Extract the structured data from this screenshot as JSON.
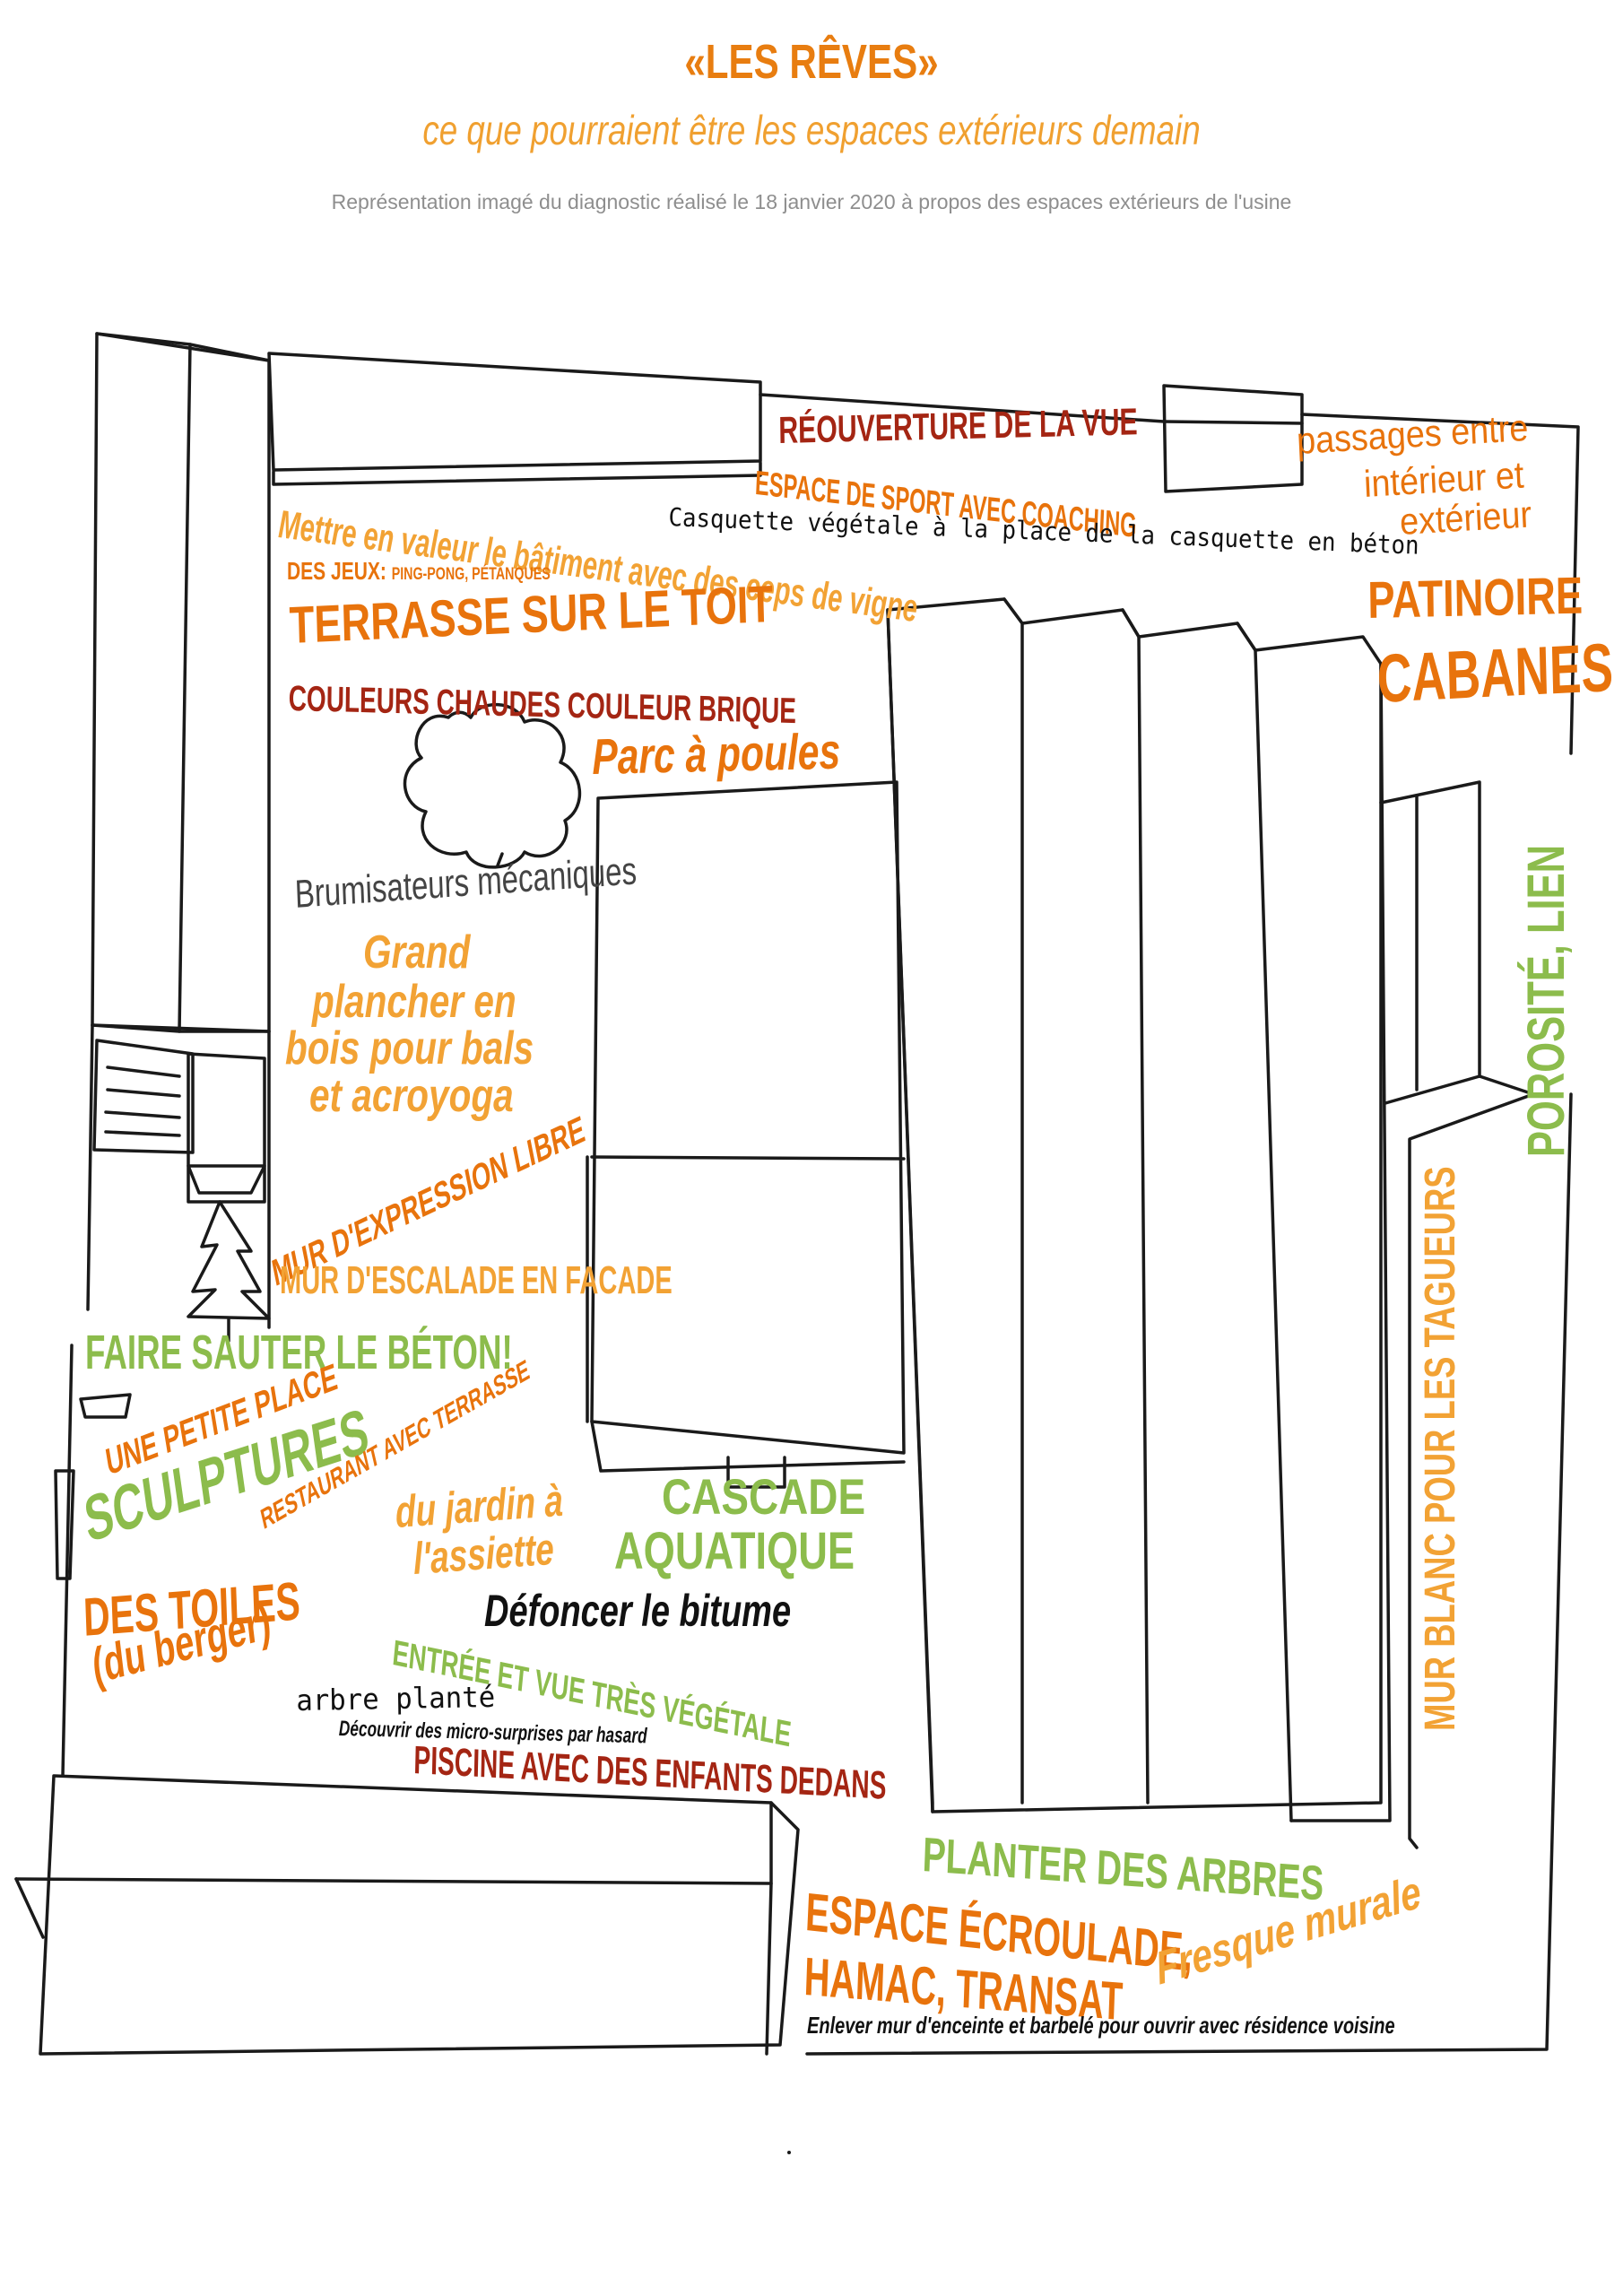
{
  "header": {
    "title": "«LES RÊVES»",
    "subtitle": "ce que pourraient être les espaces extérieurs demain",
    "caption": "Représentation imagé du diagnostic réalisé le 18 janvier 2020 à propos des espaces extérieurs de l'usine"
  },
  "colors": {
    "dark_red": "#a42513",
    "orange": "#e8730c",
    "light_orange": "#f2a234",
    "green": "#8cbc4c",
    "black": "#111111",
    "grey": "#444444",
    "line": "#1a1a1a"
  },
  "annotations": {
    "reouverture_vue": "RÉOUVERTURE DE LA VUE",
    "espace_sport": "ESPACE DE SPORT AVEC COACHING",
    "passages": "passages entre",
    "passages_2": "intérieur et",
    "passages_3": "extérieur",
    "casquette": "Casquette végétale à la place de la casquette en béton",
    "mettre_valeur": "Mettre en valeur le bâtiment avec des ceps de vigne",
    "des_jeux": "DES JEUX:",
    "des_jeux_detail": "PING-PONG, PÉTANQUES",
    "patinoire": "PATINOIRE",
    "terrasse_toit": "TERRASSE SUR LE TOIT",
    "cabanes": "CABANES",
    "couleurs": "COULEURS CHAUDES COULEUR BRIQUE",
    "parc_poules": "Parc à poules",
    "porosite": "POROSITÉ, LIEN",
    "brumisateurs": "Brumisateurs mécaniques",
    "grand_plancher_1": "Grand",
    "grand_plancher_2": "plancher en",
    "grand_plancher_3": "bois pour bals",
    "grand_plancher_4": "et acroyoga",
    "mur_expression": "MUR D'EXPRESSION LIBRE",
    "mur_escalade": "MUR D'ESCALADE EN FACADE",
    "mur_blanc": "MUR BLANC POUR LES TAGUEURS",
    "faire_sauter": "FAIRE SAUTER LE BÉTON!",
    "petite_place": "UNE PETITE PLACE",
    "sculptures": "SCULPTURES",
    "restaurant": "RESTAURANT AVEC TERRASSE",
    "cascade_1": "CASCADE",
    "cascade_2": "AQUATIQUE",
    "jardin_1": "du jardin à",
    "jardin_2": "l'assiette",
    "toiles_1": "DES TOILES",
    "toiles_2": "(du berger)",
    "defoncer": "Défoncer le bitume",
    "entree": "ENTRÉE ET VUE TRÈS VÉGÉTALE",
    "arbre_plante": "arbre planté",
    "micro_surprises": "Découvrir des micro-surprises par hasard",
    "piscine": "PISCINE AVEC DES ENFANTS DEDANS",
    "planter_arbres": "PLANTER DES ARBRES",
    "ecroulade_1": "ESPACE ÉCROULADE,",
    "ecroulade_2": "HAMAC, TRANSAT",
    "fresque": "Fresque murale",
    "enlever_mur": "Enlever mur d'enceinte et barbelé pour ouvrir avec résidence voisine"
  }
}
